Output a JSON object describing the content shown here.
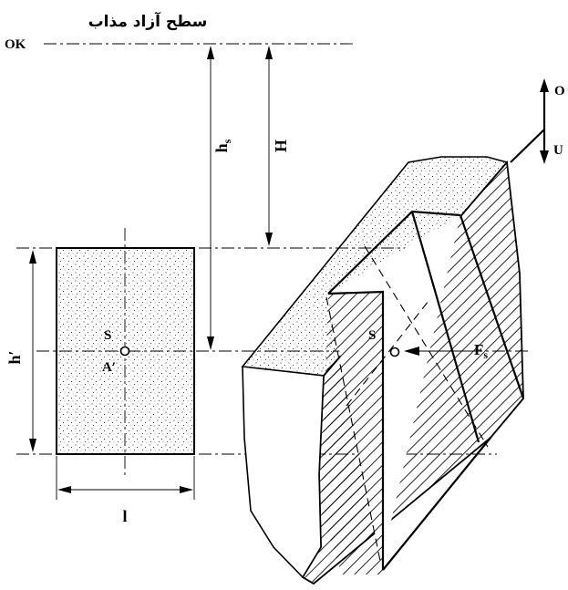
{
  "labels": {
    "free_surface": "سطح آزاد مذاب",
    "ok": "OK",
    "hs_main": "h",
    "hs_sub": "s",
    "h_depth": "H",
    "h_prime": "h′",
    "s_front": "S",
    "a_prime": "A′",
    "l_width": "l",
    "s_section": "S",
    "fs_main": "F",
    "fs_sub": "s",
    "o_up": "O",
    "u_down": "U"
  }
}
